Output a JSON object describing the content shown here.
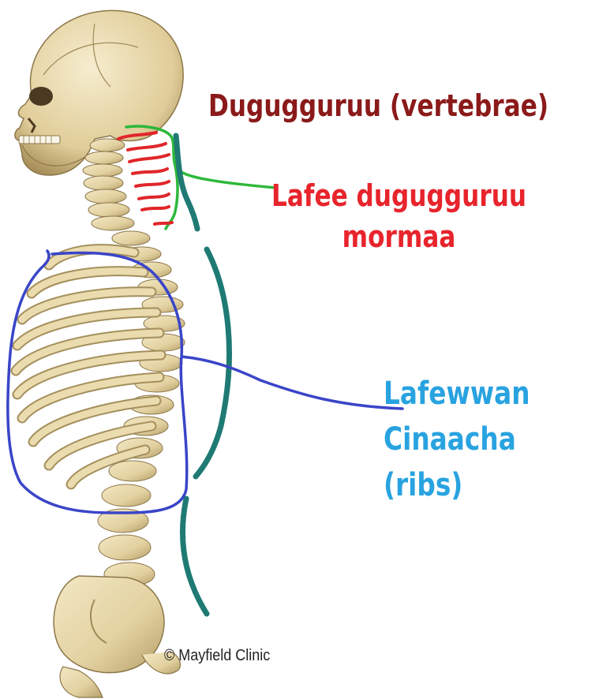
{
  "labels": {
    "vertebrae": "Dugugguruu (vertebrae)",
    "neck_line1": "Lafee dugugguruu",
    "neck_line2": "mormaa",
    "ribs_line1": "Lafewwan",
    "ribs_line2": "Cinaacha",
    "ribs_line3": "(ribs)"
  },
  "credit": "© Mayfield Clinic",
  "colors": {
    "vertebrae_label": "#8b1a1a",
    "neck_label": "#e8242c",
    "ribs_label": "#29a3e0",
    "rib_outline": "#3a45c8",
    "neck_marks": "#e0262a",
    "neck_outline": "#2db83a",
    "spine_curve": "#1f7a74",
    "bone": "#e6d7a8",
    "bone_shadow": "#b9a46e"
  }
}
